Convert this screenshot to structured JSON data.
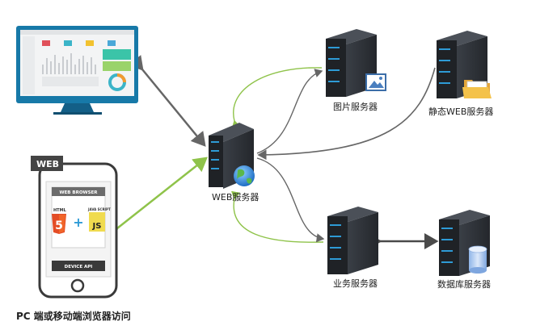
{
  "labels": {
    "web_server": "WEB服务器",
    "image_server": "图片服务器",
    "static_web_server": "静态WEB服务器",
    "business_server": "业务服务器",
    "database_server": "数据库服务器",
    "caption": "PC 端或移动端浏览器访问"
  },
  "phone": {
    "tag": "WEB",
    "browser_title": "WEB BROWSER",
    "device_api": "DEVICE API",
    "html_label": "HTML",
    "html_number": "5",
    "plus": "+",
    "js_top_label": "JAVA SCRIPT",
    "js_label": "JS"
  },
  "colors": {
    "green_link": "#8fc34a",
    "gray_link": "#666666",
    "dark_link": "#4a4a4a",
    "server_body": "#2f3339",
    "server_led": "#2e9bd6",
    "monitor_frame": "#1779a8"
  }
}
